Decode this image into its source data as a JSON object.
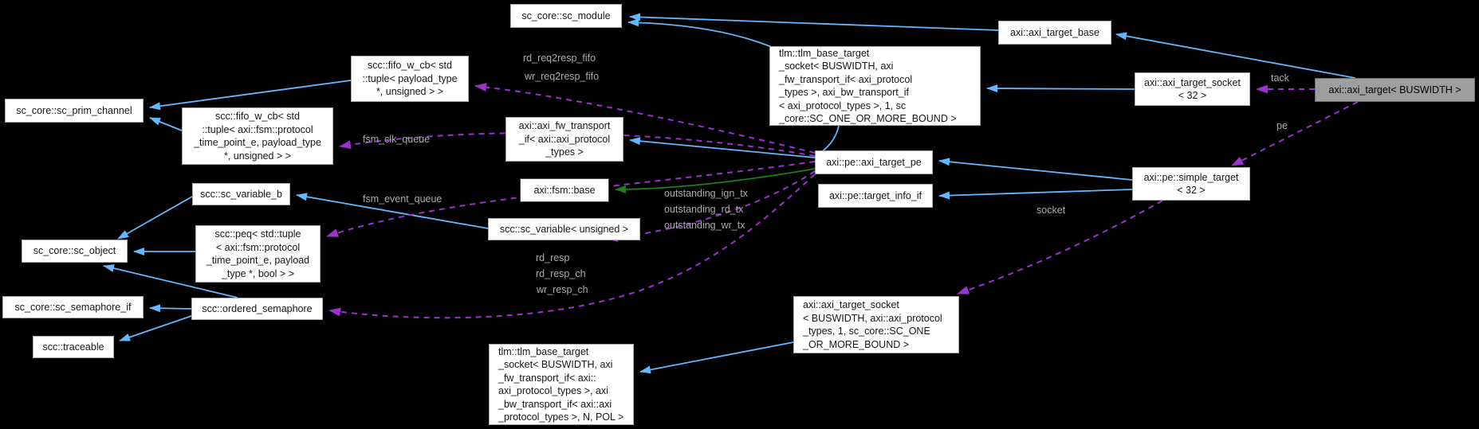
{
  "diagram": {
    "type": "class-collaboration-graph",
    "main_class": "axi::axi_target< BUSWIDTH >",
    "colors": {
      "background": "#000000",
      "node_bg": "#FFFFFF",
      "node_border": "#A9A9A9",
      "main_node_bg": "#9E9E9E",
      "inheritance_edge": "#63B8FF",
      "protected_inheritance_edge": "#1E7E1E",
      "usage_edge": "#9A32CD",
      "edge_label_text": "#ACACAC"
    }
  },
  "nodes": {
    "sc_module": {
      "label": "sc_core::sc_module"
    },
    "axi_target_base": {
      "label": "axi::axi_target_base"
    },
    "fifo_payload": {
      "label": "scc::fifo_w_cb< std\n::tuple< payload_type\n*, unsigned > >"
    },
    "sc_prim_channel": {
      "label": "sc_core::sc_prim_channel"
    },
    "fifo_protocol": {
      "label": "scc::fifo_w_cb< std\n::tuple< axi::fsm::protocol\n_time_point_e, payload_type\n*, unsigned > >"
    },
    "tlm_base_target_socket_1": {
      "label": "tlm::tlm_base_target\n_socket< BUSWIDTH, axi\n_fw_transport_if< axi_protocol\n_types >, axi_bw_transport_if\n< axi_protocol_types >, 1, sc\n_core::SC_ONE_OR_MORE_BOUND >"
    },
    "axi_fw_transport_if": {
      "label": "axi::axi_fw_transport\n_if< axi::axi_protocol\n_types >"
    },
    "fsm_base": {
      "label": "axi::fsm::base"
    },
    "axi_target_socket_32": {
      "label": "axi::axi_target_socket\n< 32 >"
    },
    "axi_target": {
      "label": "axi::axi_target< BUSWIDTH >"
    },
    "axi_target_pe": {
      "label": "axi::pe::axi_target_pe"
    },
    "target_info_if": {
      "label": "axi::pe::target_info_if"
    },
    "simple_target": {
      "label": "axi::pe::simple_target\n< 32 >"
    },
    "sc_variable_b": {
      "label": "scc::sc_variable_b"
    },
    "sc_variable_unsigned": {
      "label": "scc::sc_variable< unsigned >"
    },
    "sc_object": {
      "label": "sc_core::sc_object"
    },
    "peq": {
      "label": "scc::peq< std::tuple\n< axi::fsm::protocol\n_time_point_e, payload\n_type *, bool > >"
    },
    "sc_semaphore_if": {
      "label": "sc_core::sc_semaphore_if"
    },
    "ordered_semaphore": {
      "label": "scc::ordered_semaphore"
    },
    "traceable": {
      "label": "scc::traceable"
    },
    "tlm_base_target_socket_2": {
      "label": "tlm::tlm_base_target\n_socket< BUSWIDTH, axi\n_fw_transport_if< axi::\naxi_protocol_types >, axi\n_bw_transport_if< axi::axi\n_protocol_types >, N, POL >"
    },
    "axi_target_socket_buswidth": {
      "label": "axi::axi_target_socket\n< BUSWIDTH, axi::axi_protocol\n_types, 1, sc_core::SC_ONE\n_OR_MORE_BOUND >"
    }
  },
  "labels": {
    "rd_req2resp_fifo": "rd_req2resp_fifo",
    "wr_req2resp_fifo": "wr_req2resp_fifo",
    "fsm_clk_queue": "fsm_clk_queue",
    "fsm_event_queue": "fsm_event_queue",
    "outstanding_ign_tx": "outstanding_ign_tx",
    "outstanding_rd_tx": "outstanding_rd_tx",
    "outstanding_wr_tx": "outstanding_wr_tx",
    "rd_resp": "rd_resp",
    "rd_resp_ch": "rd_resp_ch",
    "wr_resp_ch": "wr_resp_ch",
    "socket": "socket",
    "tack": "tack",
    "pe": "pe"
  }
}
